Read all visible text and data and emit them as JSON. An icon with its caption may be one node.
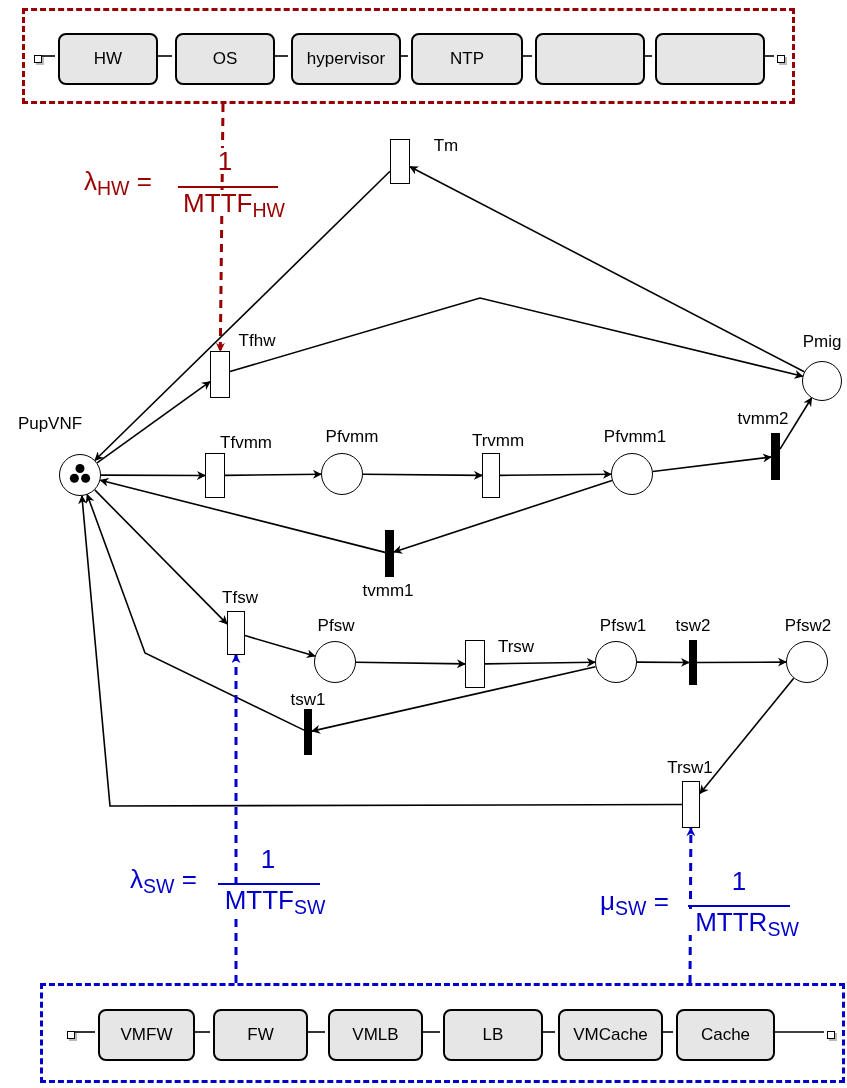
{
  "diagram": {
    "nodes": [
      {
        "text": [],
        "shape": "box"
      },
      {
        "text": [],
        "shape": "box",
        "in": 0
      },
      {
        "text": [
          "HW"
        ],
        "in": 0
      },
      {
        "text": [
          "OS"
        ],
        "in": 0
      },
      {
        "text": [
          "hypervisor"
        ],
        "in": 0
      },
      {
        "text": [
          "NTP"
        ],
        "in": 0
      },
      {
        "text": [],
        "shape": "box",
        "in": 0
      },
      {
        "text": [],
        "shape": "box",
        "in": 0
      },
      {
        "text": [],
        "shape": "box",
        "in": 0
      },
      {
        "text": [],
        "shape": "circle",
        "beside": [
          "PupVNF"
        ]
      },
      {
        "text": [],
        "shape": "box",
        "beside": [
          "Tm"
        ]
      },
      {
        "text": [],
        "shape": "box",
        "beside": [
          "Tfhw"
        ]
      },
      {
        "text": [],
        "shape": "circle",
        "beside": [
          "Pmig"
        ]
      },
      {
        "text": [],
        "shape": "box",
        "beside": [
          "Tfvmm"
        ]
      },
      {
        "text": [],
        "shape": "circle",
        "beside": [
          "Pfvmm"
        ]
      },
      {
        "text": [],
        "shape": "box",
        "beside": [
          "Trvmm"
        ]
      },
      {
        "text": [],
        "shape": "circle",
        "beside": [
          "Pfvmm1"
        ]
      },
      {
        "text": [],
        "shape": "bar",
        "beside": [
          "tvmm2"
        ]
      },
      {
        "text": [],
        "shape": "bar",
        "beside": [
          "tvmm1"
        ]
      },
      {
        "text": [],
        "shape": "box",
        "beside": [
          "Tfsw"
        ]
      },
      {
        "text": [],
        "shape": "circle",
        "beside": [
          "Pfsw"
        ]
      },
      {
        "text": [],
        "shape": "box",
        "beside": [
          "Trsw"
        ]
      },
      {
        "text": [],
        "shape": "circle",
        "beside": [
          "Pfsw1"
        ]
      },
      {
        "text": [],
        "shape": "bar",
        "beside": [
          "tsw2"
        ]
      },
      {
        "text": [],
        "shape": "circle",
        "beside": [
          "Pfsw2"
        ]
      },
      {
        "text": [],
        "shape": "bar",
        "beside": [
          "tsw1"
        ]
      },
      {
        "text": [],
        "shape": "box",
        "beside": [
          "Trsw1"
        ]
      },
      {
        "text": [],
        "shape": "box"
      },
      {
        "text": [],
        "shape": "box",
        "in": 27
      },
      {
        "text": [
          "VMFW"
        ],
        "in": 27
      },
      {
        "text": [
          "FW"
        ],
        "in": 27
      },
      {
        "text": [
          "VMLB"
        ],
        "in": 27
      },
      {
        "text": [
          "LB"
        ],
        "in": 27
      },
      {
        "text": [
          "VMCache"
        ],
        "in": 27
      },
      {
        "text": [
          "Cache"
        ],
        "in": 27
      },
      {
        "text": [],
        "shape": "box",
        "in": 27
      }
    ],
    "edges": [
      {
        "from": 1,
        "to": 2,
        "arrow": "none"
      },
      {
        "from": 2,
        "to": 3,
        "arrow": "none"
      },
      {
        "from": 3,
        "to": 4,
        "arrow": "none"
      },
      {
        "from": 4,
        "to": 5,
        "arrow": "none"
      },
      {
        "from": 5,
        "to": 6,
        "arrow": "none"
      },
      {
        "from": 6,
        "to": 7,
        "arrow": "none"
      },
      {
        "from": 7,
        "to": 8,
        "arrow": "none"
      },
      {
        "from": 0,
        "to": 11,
        "arrow": "to",
        "style": "dashed",
        "color": "#990000"
      },
      {
        "from": 10,
        "to": 9,
        "arrow": "to"
      },
      {
        "from": 12,
        "to": 10,
        "arrow": "to"
      },
      {
        "from": 9,
        "to": 11,
        "arrow": "to"
      },
      {
        "from": 11,
        "to": 12,
        "arrow": "to"
      },
      {
        "from": 9,
        "to": 13,
        "arrow": "to"
      },
      {
        "from": 13,
        "to": 14,
        "arrow": "to"
      },
      {
        "from": 14,
        "to": 15,
        "arrow": "to"
      },
      {
        "from": 15,
        "to": 16,
        "arrow": "to"
      },
      {
        "from": 16,
        "to": 17,
        "arrow": "to"
      },
      {
        "from": 17,
        "to": 12,
        "arrow": "to"
      },
      {
        "from": 16,
        "to": 18,
        "arrow": "to"
      },
      {
        "from": 18,
        "to": 9,
        "arrow": "to"
      },
      {
        "from": 9,
        "to": 19,
        "arrow": "to"
      },
      {
        "from": 19,
        "to": 20,
        "arrow": "to"
      },
      {
        "from": 20,
        "to": 21,
        "arrow": "to"
      },
      {
        "from": 21,
        "to": 22,
        "arrow": "to"
      },
      {
        "from": 22,
        "to": 23,
        "arrow": "to"
      },
      {
        "from": 23,
        "to": 24,
        "arrow": "to"
      },
      {
        "from": 22,
        "to": 25,
        "arrow": "to"
      },
      {
        "from": 25,
        "to": 9,
        "arrow": "to"
      },
      {
        "from": 24,
        "to": 26,
        "arrow": "to"
      },
      {
        "from": 26,
        "to": 9,
        "arrow": "to"
      },
      {
        "from": 27,
        "to": 19,
        "arrow": "to",
        "style": "dashed",
        "color": "#0000cc"
      },
      {
        "from": 27,
        "to": 26,
        "arrow": "to",
        "style": "dashed",
        "color": "#0000cc"
      },
      {
        "from": 28,
        "to": 29,
        "arrow": "none"
      },
      {
        "from": 29,
        "to": 30,
        "arrow": "none"
      },
      {
        "from": 30,
        "to": 31,
        "arrow": "none"
      },
      {
        "from": 31,
        "to": 32,
        "arrow": "none"
      },
      {
        "from": 32,
        "to": 33,
        "arrow": "none"
      },
      {
        "from": 33,
        "to": 34,
        "arrow": "none"
      },
      {
        "from": 34,
        "to": 35,
        "arrow": "none"
      }
    ],
    "labels": [
      "λ$_{HW}$ =",
      "1",
      "MTTF$_{HW}$",
      "λ$_{SW}$ =",
      "1",
      "MTTF$_{SW}$",
      "μ$_{SW}$ =",
      "1",
      "MTTR$_{SW}$"
    ]
  }
}
